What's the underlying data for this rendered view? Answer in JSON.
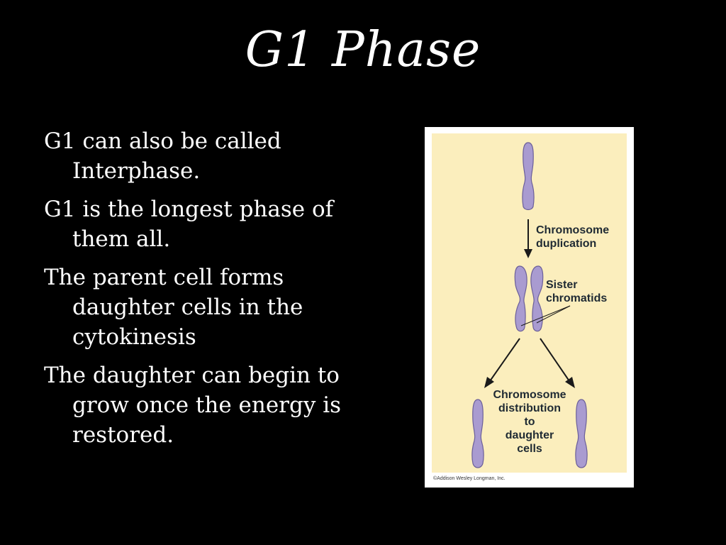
{
  "slide": {
    "title": "G1 Phase",
    "bullets": [
      "G1 can also be called Interphase.",
      "G1 is the longest phase of them all.",
      "The parent cell forms daughter cells in the cytokinesis",
      "The daughter can begin to grow once the energy is restored."
    ]
  },
  "diagram": {
    "label_duplication": [
      "Chromosome",
      "duplication"
    ],
    "label_sister": [
      "Sister",
      "chromatids"
    ],
    "label_distribution": [
      "Chromosome",
      "distribution",
      "to",
      "daughter",
      "cells"
    ],
    "credit": "©Addison Wesley Longman, Inc.",
    "colors": {
      "panel": "#fbeebd",
      "chromosome": "#a99bd0",
      "chromosome_outline": "#6b5f99",
      "arrow": "#1a1a1a"
    }
  }
}
